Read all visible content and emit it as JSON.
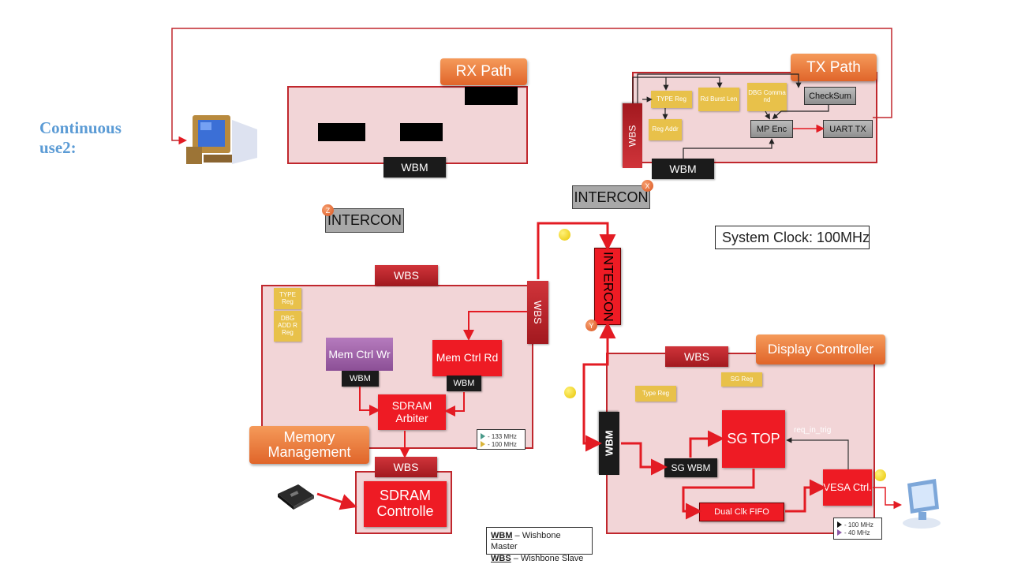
{
  "title": "Continuous use2:",
  "rx_path": {
    "label": "RX Path",
    "wbm": "WBM"
  },
  "tx_path": {
    "label": "TX Path",
    "wbs": "WBS",
    "wbm": "WBM",
    "type_reg": "TYPE Reg",
    "reg_addr": "Reg Addr",
    "rd_burst_len": "Rd Burst Len",
    "dbg_command": "DBG Comma nd",
    "checksum": "CheckSum",
    "mp_enc": "MP Enc",
    "uart_tx": "UART TX"
  },
  "intercon_x": {
    "label": "INTERCON",
    "badge": "X"
  },
  "intercon_z": {
    "label": "INTERCON",
    "badge": "Z"
  },
  "intercon_y": {
    "label": "INTERCON",
    "badge": "Y"
  },
  "system_clock": "System Clock: 100MHz",
  "memory": {
    "label": "Memory Management",
    "wbs_top": "WBS",
    "wbs_right": "WBS",
    "type_reg": "TYPE Reg",
    "dbg_addr_reg": "DBG ADD R Reg",
    "mem_ctrl_wr": "Mem Ctrl Wr",
    "mem_ctrl_wr_wbm": "WBM",
    "mem_ctrl_rd": "Mem Ctrl Rd",
    "mem_ctrl_rd_wbm": "WBM",
    "sdram_arbiter": "SDRAM Arbiter",
    "clock_legend": [
      "- 133 MHz",
      "- 100 MHz"
    ]
  },
  "sdram": {
    "wbs": "WBS",
    "controller": "SDRAM Controlle"
  },
  "display": {
    "label": "Display Controller",
    "wbs": "WBS",
    "sg_reg": "SG Reg",
    "type_reg": "Type Reg",
    "wbm": "WBM",
    "sg_wbm": "SG WBM",
    "sg_top": "SG TOP",
    "req_in_trig": "req_in_trig",
    "dual_clk_fifo": "Dual Clk FIFO",
    "vesa_ctrl": "VESA Ctrl.",
    "clock_legend": [
      "- 100 MHz",
      "- 40 MHz"
    ]
  },
  "legend": {
    "wbm_abbr": "WBM",
    "wbm_desc": " – Wishbone Master",
    "wbs_abbr": "WBS",
    "wbs_desc": " – Wishbone Slave"
  },
  "colors": {
    "panel_fill": "#f2d5d7",
    "panel_border": "#c0272d",
    "wire_red": "#e31b23",
    "title_blue": "#5b9bd5",
    "orange_label": "#e8763a"
  }
}
